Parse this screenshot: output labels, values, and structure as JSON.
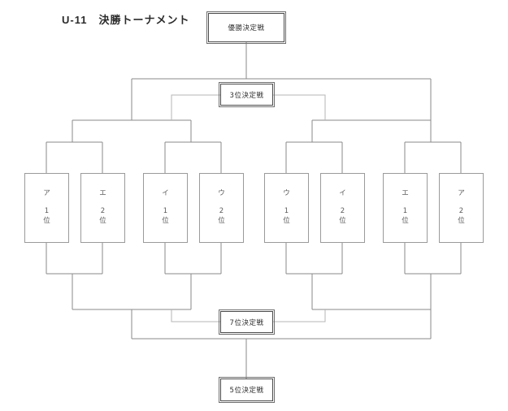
{
  "header": {
    "title": "U-11　決勝トーナメント",
    "age_group": "U-11",
    "subtitle": "決勝トーナメント"
  },
  "colors": {
    "background": "#ffffff",
    "line": "#8a8a8a",
    "thin_line": "#b5b5b5",
    "result_box_border": "#4a4a4a",
    "team_box_border": "#9a9a9a",
    "text": "#5c5c5c",
    "title_text": "#2b2b2b"
  },
  "bracket": {
    "type": "single-elimination-with-placings",
    "team_count": 8,
    "result_boxes": [
      {
        "id": "final",
        "label": "優勝決定戦",
        "placing": 1,
        "position": "top"
      },
      {
        "id": "third",
        "label": "3位決定戦",
        "placing": 3,
        "position": "upper-middle"
      },
      {
        "id": "seventh",
        "label": "7位決定戦",
        "placing": 7,
        "position": "lower-middle"
      },
      {
        "id": "fifth",
        "label": "5位決定戦",
        "placing": 5,
        "position": "bottom"
      }
    ],
    "teams": [
      {
        "slot": 1,
        "group": "ア",
        "rank_num": "1",
        "rank_unit": "位"
      },
      {
        "slot": 2,
        "group": "エ",
        "rank_num": "2",
        "rank_unit": "位"
      },
      {
        "slot": 3,
        "group": "イ",
        "rank_num": "1",
        "rank_unit": "位"
      },
      {
        "slot": 4,
        "group": "ウ",
        "rank_num": "2",
        "rank_unit": "位"
      },
      {
        "slot": 5,
        "group": "ウ",
        "rank_num": "1",
        "rank_unit": "位"
      },
      {
        "slot": 6,
        "group": "イ",
        "rank_num": "2",
        "rank_unit": "位"
      },
      {
        "slot": 7,
        "group": "エ",
        "rank_num": "1",
        "rank_unit": "位"
      },
      {
        "slot": 8,
        "group": "ア",
        "rank_num": "2",
        "rank_unit": "位"
      }
    ]
  }
}
